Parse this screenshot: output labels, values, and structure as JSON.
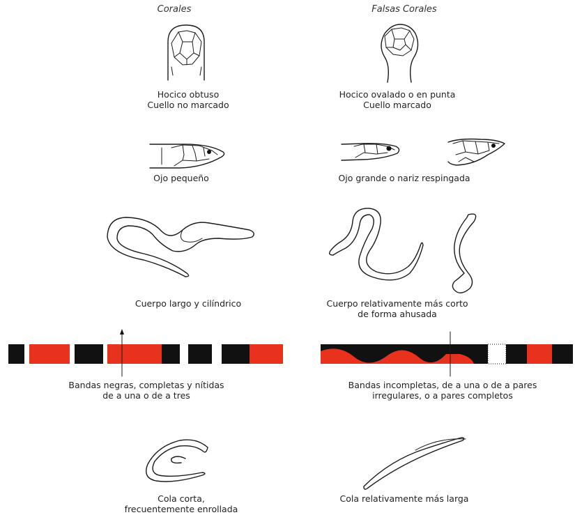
{
  "headers": {
    "left": "Corales",
    "right": "Falsas Corales"
  },
  "rows": {
    "snout": {
      "left": [
        "Hocico obtuso",
        "Cuello no marcado"
      ],
      "right": [
        "Hocico ovalado o en punta",
        "Cuello marcado"
      ]
    },
    "eye": {
      "left": [
        "Ojo pequeño"
      ],
      "right": [
        "Ojo grande o nariz respingada"
      ]
    },
    "body": {
      "left": [
        "Cuerpo largo y cilíndrico"
      ],
      "right": [
        "Cuerpo relativamente más corto",
        "de forma ahusada"
      ]
    },
    "bands": {
      "left": [
        "Bandas negras, completas y nítidas",
        "de a una o de a tres"
      ],
      "right": [
        "Bandas incompletas, de a una o de a pares",
        "irregulares, o a pares completos"
      ]
    },
    "tail": {
      "left": [
        "Cola corta,",
        "frecuentemente enrollada"
      ],
      "right": [
        "Cola relativamente más larga"
      ]
    }
  },
  "colors": {
    "red": "#e8321e",
    "black": "#111111",
    "white": "#ffffff"
  }
}
